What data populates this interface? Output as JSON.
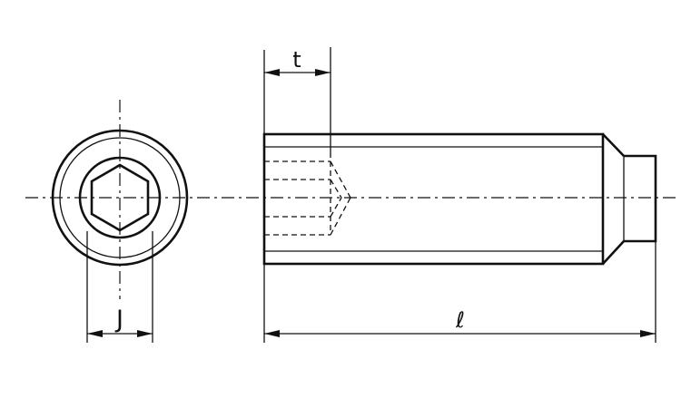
{
  "labels": {
    "t": "t",
    "J": "J",
    "l": "ℓ"
  },
  "colors": {
    "line": "#111111",
    "background": "#ffffff"
  }
}
